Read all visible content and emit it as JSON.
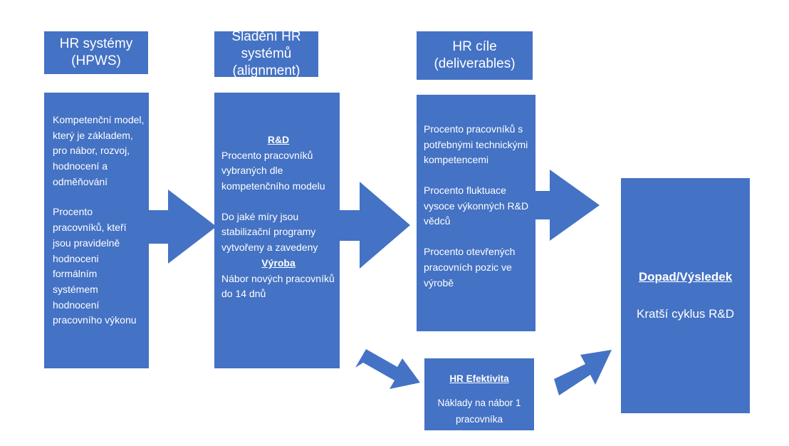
{
  "header_hr_systems": {
    "line1": "HR systémy",
    "line2": "(HPWS)"
  },
  "header_alignment": {
    "line1": "Sladění HR",
    "line2": "systémů",
    "line3": "(alignment)"
  },
  "header_hr_goals": {
    "line1": "HR cíle",
    "line2": "(deliverables)"
  },
  "col_hr_systems": {
    "para1": "Kompetenční model, který je základem, pro nábor, rozvoj, hodnocení a odměňování",
    "para2": "Procento pracovníků, kteří jsou pravidelně hodnoceni formálním systémem hodnocení pracovního výkonu"
  },
  "col_alignment": {
    "rd_title": "R&D",
    "rd_text1": "Procento pracovníků vybraných dle kompetenčního modelu",
    "rd_text2": "Do jaké míry jsou stabilizační programy vytvořeny a zavedeny",
    "vyroba_title": "Výroba",
    "vyroba_text": "Nábor nových pracovníků do 14 dnů"
  },
  "col_hr_goals": {
    "item1": "Procento pracovníků s potřebnými technickými kompetencemi",
    "item2": "Procento fluktuace vysoce výkonných R&D vědců",
    "item3": "Procento otevřených pracovních pozic ve výrobě"
  },
  "hr_efficiency": {
    "title": "HR Efektivita",
    "text": "Náklady na nábor 1 pracovníka"
  },
  "result": {
    "title": "Dopad/Výsledek",
    "text": "Kratší cyklus R&D"
  },
  "colors": {
    "box": "#4472c4",
    "text": "#ffffff",
    "background": "#ffffff"
  }
}
